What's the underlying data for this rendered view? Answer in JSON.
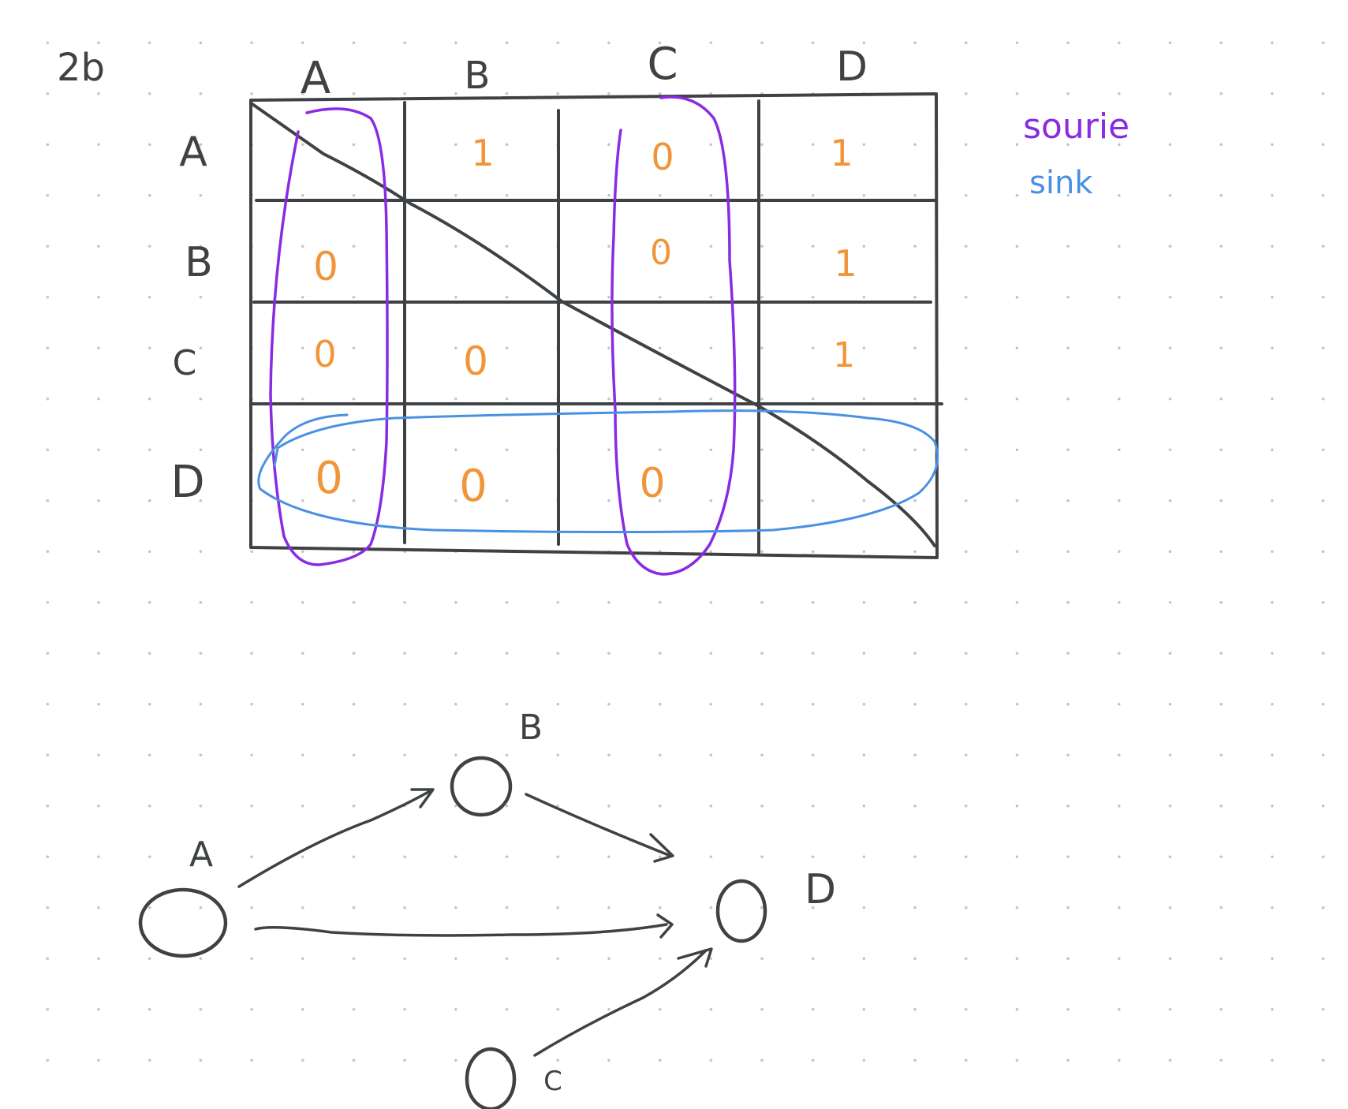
{
  "page_label": "2b",
  "matrix": {
    "col_headers": [
      "A",
      "B",
      "C",
      "D"
    ],
    "row_headers": [
      "A",
      "B",
      "C",
      "D"
    ],
    "cells": [
      [
        "",
        "1",
        "0",
        "1"
      ],
      [
        "0",
        "",
        "0",
        "1"
      ],
      [
        "0",
        "0",
        "",
        "1"
      ],
      [
        "0",
        "0",
        "0",
        ""
      ]
    ]
  },
  "legend": {
    "source": {
      "label": "sourie",
      "color": "#8a2be2"
    },
    "sink": {
      "label": "sink",
      "color": "#4a90e2"
    }
  },
  "graph": {
    "nodes": [
      "A",
      "B",
      "C",
      "D"
    ],
    "edges": [
      [
        "A",
        "B"
      ],
      [
        "A",
        "D"
      ],
      [
        "B",
        "D"
      ],
      [
        "C",
        "D"
      ]
    ]
  },
  "colors": {
    "ink": "#3f4244",
    "values": "#f0953a",
    "source": "#8a2be2",
    "sink": "#4a90e2"
  }
}
